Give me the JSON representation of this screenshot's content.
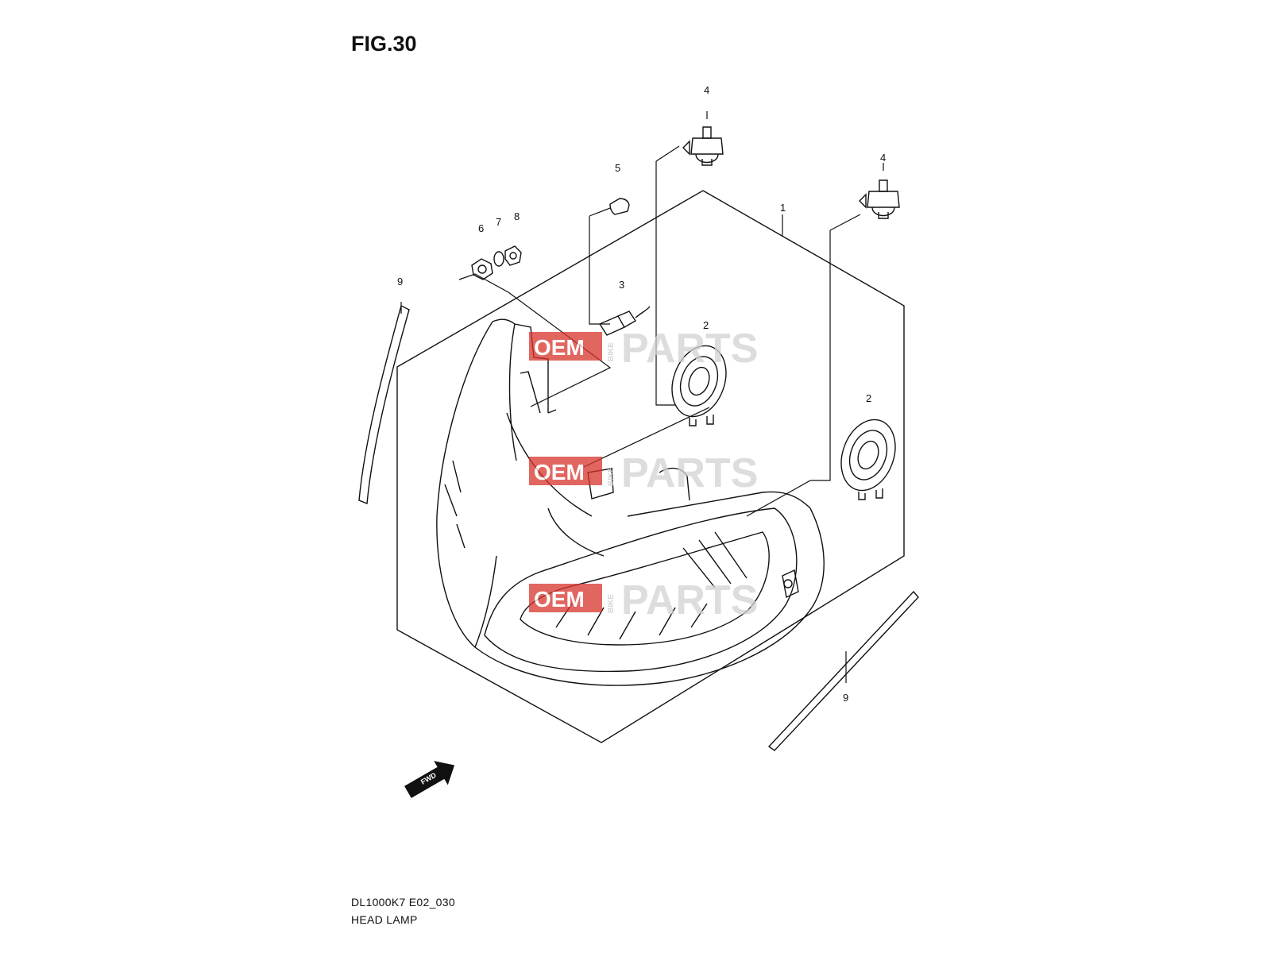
{
  "figure": {
    "title": "FIG.30"
  },
  "footer": {
    "code": "DL1000K7 E02_030",
    "name": "HEAD LAMP"
  },
  "callouts": [
    {
      "id": "c1",
      "text": "1"
    },
    {
      "id": "c2a",
      "text": "2"
    },
    {
      "id": "c2b",
      "text": "2"
    },
    {
      "id": "c3",
      "text": "3"
    },
    {
      "id": "c4a",
      "text": "4"
    },
    {
      "id": "c4b",
      "text": "4"
    },
    {
      "id": "c5",
      "text": "5"
    },
    {
      "id": "c6",
      "text": "6"
    },
    {
      "id": "c7",
      "text": "7"
    },
    {
      "id": "c8",
      "text": "8"
    },
    {
      "id": "c9a",
      "text": "9"
    },
    {
      "id": "c9b",
      "text": "9"
    }
  ],
  "direction_arrow": {
    "label": "FWD"
  },
  "watermark": {
    "oem": "OEM",
    "bike": "BIKE",
    "parts": "PARTS",
    "accent_color": "#d9332b"
  },
  "colors": {
    "line": "#111111",
    "background": "#ffffff"
  }
}
